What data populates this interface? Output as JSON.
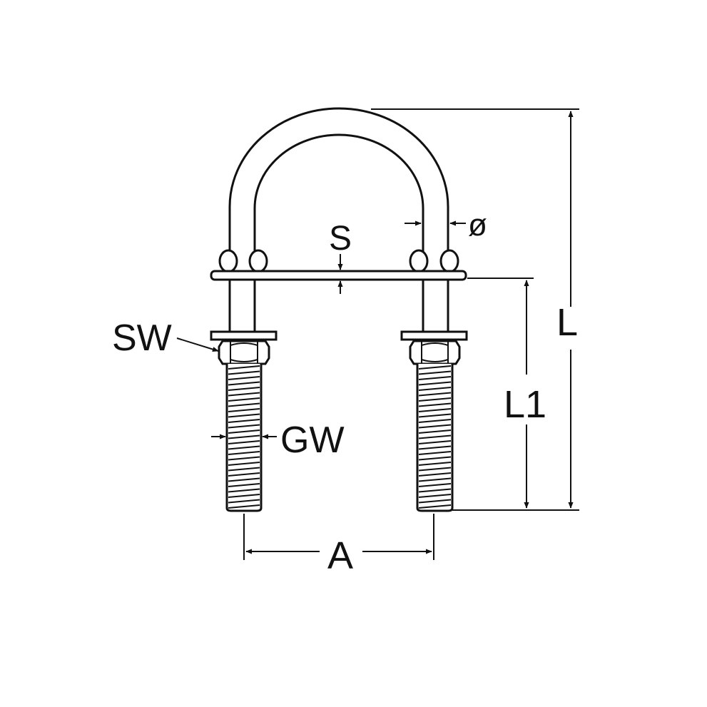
{
  "diagram": {
    "labels": {
      "S": "S",
      "diameter": "ø",
      "SW": "SW",
      "GW": "GW",
      "L": "L",
      "L1": "L1",
      "A": "A"
    },
    "colors": {
      "stroke": "#111111",
      "background": "#ffffff"
    }
  }
}
